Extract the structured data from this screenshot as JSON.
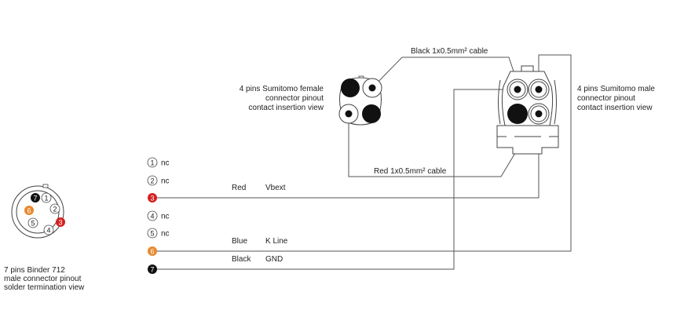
{
  "binder": {
    "caption": [
      "7 pins Binder 712",
      "male connector pinout",
      "solder termination view"
    ],
    "pins": [
      {
        "n": "1",
        "style": "outline"
      },
      {
        "n": "2",
        "style": "outline"
      },
      {
        "n": "3",
        "style": "red"
      },
      {
        "n": "4",
        "style": "outline"
      },
      {
        "n": "5",
        "style": "outline"
      },
      {
        "n": "6",
        "style": "orange"
      },
      {
        "n": "7",
        "style": "black"
      }
    ]
  },
  "colors": {
    "red": "#d42020",
    "orange": "#e8892e",
    "black": "#111111",
    "wire": "#555555"
  },
  "pin_list": [
    {
      "n": "1",
      "style": "outline",
      "label": "nc",
      "color": "",
      "signal": ""
    },
    {
      "n": "2",
      "style": "outline",
      "label": "nc",
      "color": "",
      "signal": ""
    },
    {
      "n": "3",
      "style": "red",
      "label": "",
      "color": "Red",
      "signal": "Vbext"
    },
    {
      "n": "4",
      "style": "outline",
      "label": "nc",
      "color": "",
      "signal": ""
    },
    {
      "n": "5",
      "style": "outline",
      "label": "nc",
      "color": "",
      "signal": ""
    },
    {
      "n": "6",
      "style": "orange",
      "label": "",
      "color": "Blue",
      "signal": "K Line"
    },
    {
      "n": "7",
      "style": "black",
      "label": "",
      "color": "Black",
      "signal": "GND"
    }
  ],
  "female": {
    "caption": [
      "4 pins Sumitomo female",
      "connector pinout",
      "contact insertion view"
    ]
  },
  "male": {
    "caption": [
      "4 pins Sumitomo male",
      "connector pinout",
      "contact insertion view"
    ]
  },
  "cables": {
    "black": "Black 1x0.5mm² cable",
    "red": "Red 1x0.5mm² cable"
  }
}
